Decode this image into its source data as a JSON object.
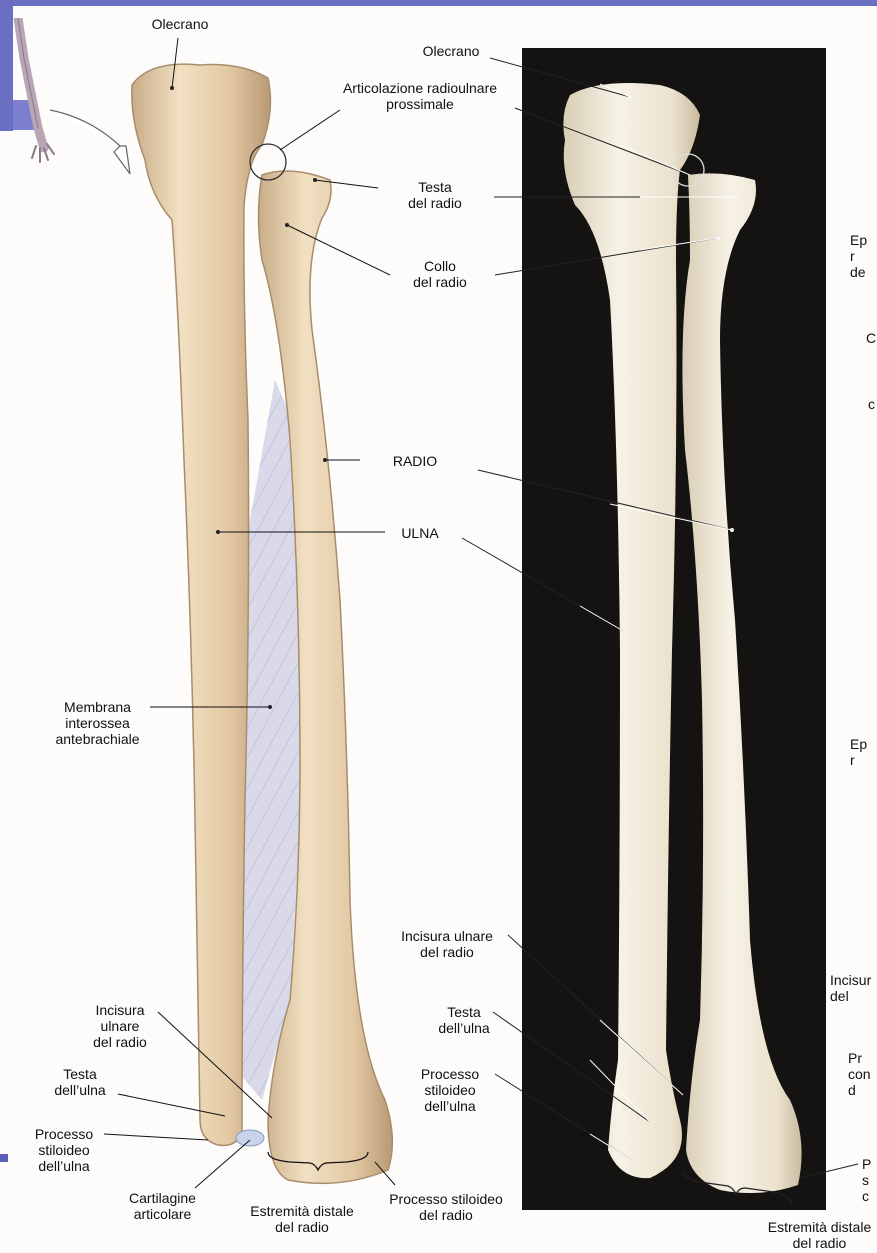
{
  "left_panel": {
    "olecrano": "Olecrano",
    "articolazione": [
      "Articolazione radioulnare",
      "prossimale"
    ],
    "testa_radio": [
      "Testa",
      "del radio"
    ],
    "collo_radio": [
      "Collo",
      "del radio"
    ],
    "radio": "RADIO",
    "ulna": "ULNA",
    "membrana": [
      "Membrana",
      "interossea",
      "antebrachiale"
    ],
    "incisura_ulnare": [
      "Incisura",
      "ulnare",
      "del radio"
    ],
    "testa_ulna": [
      "Testa",
      "dell’ulna"
    ],
    "processo_stiloideo_ulna": [
      "Processo",
      "stiloideo",
      "dell’ulna"
    ],
    "cartilagine": [
      "Cartilagine",
      "articolare"
    ],
    "estremita_distale": [
      "Estremità distale",
      "del radio"
    ],
    "processo_stiloideo_radio": [
      "Processo stiloideo",
      "del radio"
    ]
  },
  "right_panel": {
    "olecrano": "Olecrano",
    "incisura_ulnare": [
      "Incisura ulnare",
      "del radio"
    ],
    "testa_ulna": [
      "Testa",
      "dell’ulna"
    ],
    "processo_stiloideo_ulna": [
      "Processo",
      "stiloideo",
      "dell’ulna"
    ],
    "estremita_distale": [
      "Estremità distale",
      "del radio"
    ]
  },
  "cropped_right_edge": {
    "a": [
      "Ep",
      "r",
      "de"
    ],
    "b": "C",
    "c": "c",
    "d": [
      "Ep",
      "r"
    ],
    "e": [
      "Incisur",
      "del"
    ],
    "f": [
      "Pr",
      "con",
      "d"
    ],
    "g": [
      "P",
      "s",
      "c"
    ]
  },
  "colors": {
    "accent": "#6b6fc2",
    "bone_illustration": "#e6cfad",
    "bone_photo": "#efe9da",
    "photo_background": "#141312",
    "membrane": "#d8d8e8"
  }
}
